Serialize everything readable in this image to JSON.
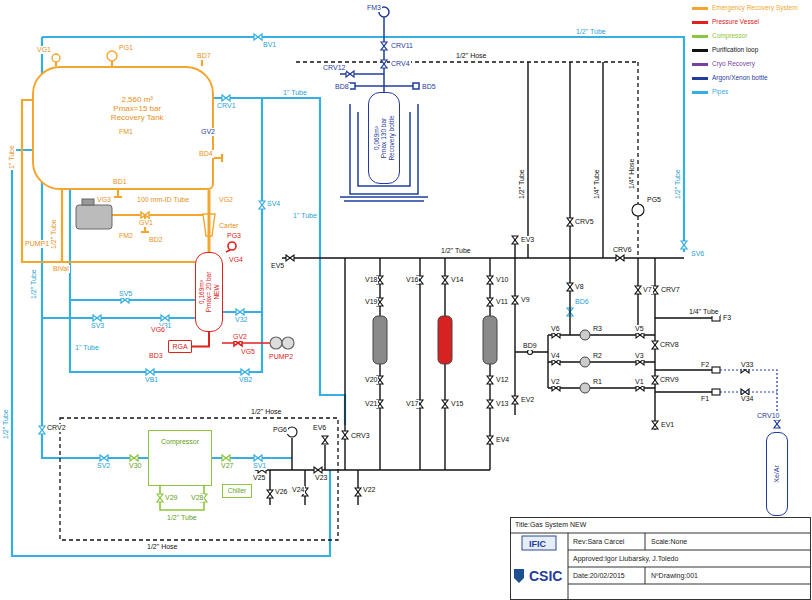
{
  "diagram": {
    "nodes": [
      {
        "text": [
          "2,560 m³",
          "Pmax=15 bar",
          "Recovery Tank"
        ]
      },
      {
        "text": [
          "0,069m³",
          "Pmax 130 bar",
          "Recovery bottle"
        ]
      },
      {
        "text": [
          "0,169m³",
          "Pmax= 20 bar",
          "NEW"
        ]
      },
      {
        "text": [
          "RGA"
        ]
      },
      {
        "text": [
          "Compressor"
        ]
      },
      {
        "text": [
          "Chiller"
        ]
      },
      {
        "text": [
          "Xe/Ar"
        ]
      }
    ],
    "edges": [
      {
        "from": 0,
        "to": 2,
        "arrow": "none"
      },
      {
        "from": 2,
        "to": 3,
        "arrow": "none"
      }
    ],
    "labels": [
      "FM3",
      "1/2\" Tube",
      "VG1",
      "PG1",
      "BD7",
      "BV1",
      "CRV1",
      "1\" Tube",
      "CRV11",
      "CRV4",
      "CRV12",
      "BD8",
      "BD5",
      "1/2\" Hose",
      "FM1",
      "GV2",
      "BD4",
      "BD1",
      "100 mm-ID Tube",
      "VG2",
      "Carter",
      "1\" Tube",
      "1/2\" Tube",
      "VG3",
      "GV1",
      "FM2",
      "PUMP1",
      "BD2",
      "BiVal",
      "SV4",
      "1\" Tube",
      "PG3",
      "VG4",
      "SV5",
      "SV3",
      "V31",
      "V32",
      "VG6",
      "GV2",
      "BD3",
      "VG5",
      "PUMP2",
      "1\" Tube",
      "VB1",
      "VB2",
      "1/2\" Tube",
      "1/2\" Tube",
      "CRV2",
      "1/2\" Hose",
      "SV2",
      "V30",
      "V29",
      "V28",
      "V27",
      "SV1",
      "1/2\" Tube",
      "1/2\" Hose",
      "PG6",
      "EV6",
      "CRV3",
      "V25",
      "V26",
      "V23",
      "V24",
      "V22",
      "EV5",
      "1/2\" Tube",
      "V18",
      "V19",
      "V20",
      "V21",
      "V16",
      "V14",
      "V17",
      "V15",
      "V10",
      "V11",
      "V12",
      "V13",
      "EV4",
      "EV3",
      "V9",
      "EV2",
      "CRV5",
      "V8",
      "BD6",
      "PG5",
      "CRV6",
      "V7",
      "V6",
      "R3",
      "V5",
      "V4",
      "R2",
      "V3",
      "V2",
      "R1",
      "V1",
      "BD9",
      "1/2\" Tube",
      "1/4\" Tube",
      "1/4\" Hose",
      "1/2\" Tube",
      "SV6",
      "CRV7",
      "1/4\" Tube",
      "F3",
      "CRV8",
      "CRV9",
      "F2",
      "V33",
      "F1",
      "V34",
      "EV1",
      "CRV10",
      "Title:Gas System NEW",
      "Rev:Sara Cárcel",
      "Scale:None",
      "Approved:Igor Liubarsky, J.Toledo",
      "Date:20/02/2015",
      "NºDrawing:001",
      "IFIC",
      "CSIC"
    ],
    "legend": [
      {
        "text": "Emergency Recovery System",
        "color": "#f2a62e"
      },
      {
        "text": "Pressure Vessel",
        "color": "#e0201b"
      },
      {
        "text": "Compressor",
        "color": "#8cc63e"
      },
      {
        "text": "Purification loop",
        "color": "#111111"
      },
      {
        "text": "Cryo Recovery",
        "color": "#7b3fa0"
      },
      {
        "text": "Argon/Xenon bottle",
        "color": "#1f3c9e"
      },
      {
        "text": "Pipes",
        "color": "#35aee2"
      }
    ]
  }
}
